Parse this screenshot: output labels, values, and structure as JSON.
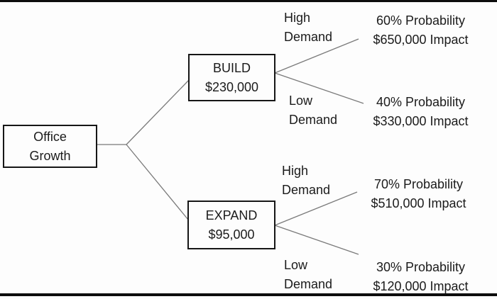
{
  "meta": {
    "background_color": "#fdfdfd",
    "connector_color": "#7a7a7a",
    "box_border_color": "#161616",
    "text_color": "#1b1b1b",
    "letterbox_bar_color": "#0d0d0d"
  },
  "tree": {
    "root": {
      "line1": "Office",
      "line2": "Growth"
    },
    "build": {
      "name": "BUILD",
      "cost": "$230,000"
    },
    "expand": {
      "name": "EXPAND",
      "cost": "$95,000"
    },
    "branches": {
      "build_high": {
        "demand1": "High",
        "demand2": "Demand",
        "probability": "60% Probability",
        "impact": "$650,000 Impact"
      },
      "build_low": {
        "demand1": "Low",
        "demand2": "Demand",
        "probability": "40% Probability",
        "impact": "$330,000 Impact"
      },
      "expand_high": {
        "demand1": "High",
        "demand2": "Demand",
        "probability": "70% Probability",
        "impact": "$510,000 Impact"
      },
      "expand_low": {
        "demand1": "Low",
        "demand2": "Demand",
        "probability": "30% Probability",
        "impact": "$120,000 Impact"
      }
    }
  }
}
